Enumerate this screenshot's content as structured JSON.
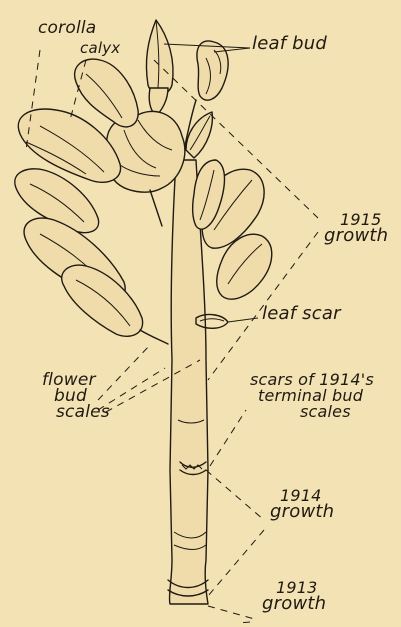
{
  "labels": {
    "corolla": "corolla",
    "calyx": "calyx",
    "leaf_bud": "leaf bud",
    "growth_1915_year": "1915",
    "growth_1915_word": "growth",
    "leaf_scar": "leaf scar",
    "flower_bud_scales_1": "flower",
    "flower_bud_scales_2": "bud",
    "flower_bud_scales_3": "scales",
    "terminal_scars_1": "scars of 1914's",
    "terminal_scars_2": "terminal bud",
    "terminal_scars_3": "scales",
    "growth_1914_year": "1914",
    "growth_1914_word": "growth",
    "growth_1913_year": "1913",
    "growth_1913_word": "growth"
  },
  "colors": {
    "paper": "#f3e2b3",
    "ink": "#1f1a12"
  }
}
